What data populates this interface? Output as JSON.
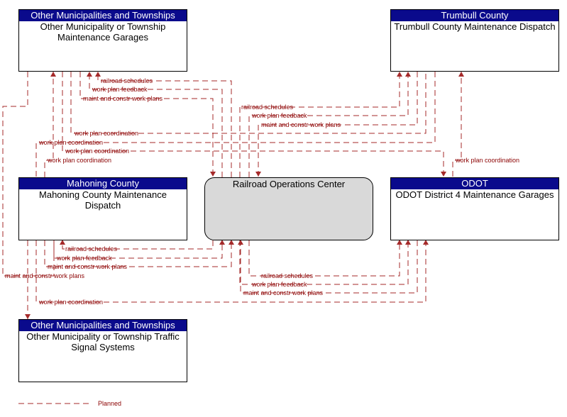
{
  "boxes": {
    "omt_garages": {
      "header": "Other Municipalities and Townships",
      "title": "Other Municipality or Township Maintenance Garages"
    },
    "trumbull": {
      "header": "Trumbull County",
      "title": "Trumbull County Maintenance Dispatch"
    },
    "mahoning": {
      "header": "Mahoning County",
      "title": "Mahoning County Maintenance Dispatch"
    },
    "railroad": {
      "title": "Railroad Operations Center"
    },
    "odot": {
      "header": "ODOT",
      "title": "ODOT District 4 Maintenance Garages"
    },
    "omt_signals": {
      "header": "Other Municipalities and Townships",
      "title": "Other Municipality or Township Traffic Signal Systems"
    }
  },
  "flows": {
    "f1": "railroad schedules",
    "f2": "work plan feedback",
    "f3": "maint and constr work plans",
    "f4": "railroad schedules",
    "f5": "work plan feedback",
    "f6": "maint and constr work plans",
    "f7": "work plan coordination",
    "f8": "work plan coordination",
    "f9": "work plan coordination",
    "f10": "work plan coordination",
    "f11": "work plan coordination",
    "f12": "railroad schedules",
    "f13": "work plan feedback",
    "f14": "maint and constr work plans",
    "f15": "maint and constr work plans",
    "f16": "railroad schedules",
    "f17": "work plan feedback",
    "f18": "maint and constr work plans",
    "f19": "work plan coordination"
  },
  "legend": {
    "label": "Planned"
  },
  "colors": {
    "header_bg": "#0a0a8c",
    "flow_line": "#a52a2a",
    "flow_text": "#8b0000",
    "center_fill": "#d9d9d9"
  }
}
